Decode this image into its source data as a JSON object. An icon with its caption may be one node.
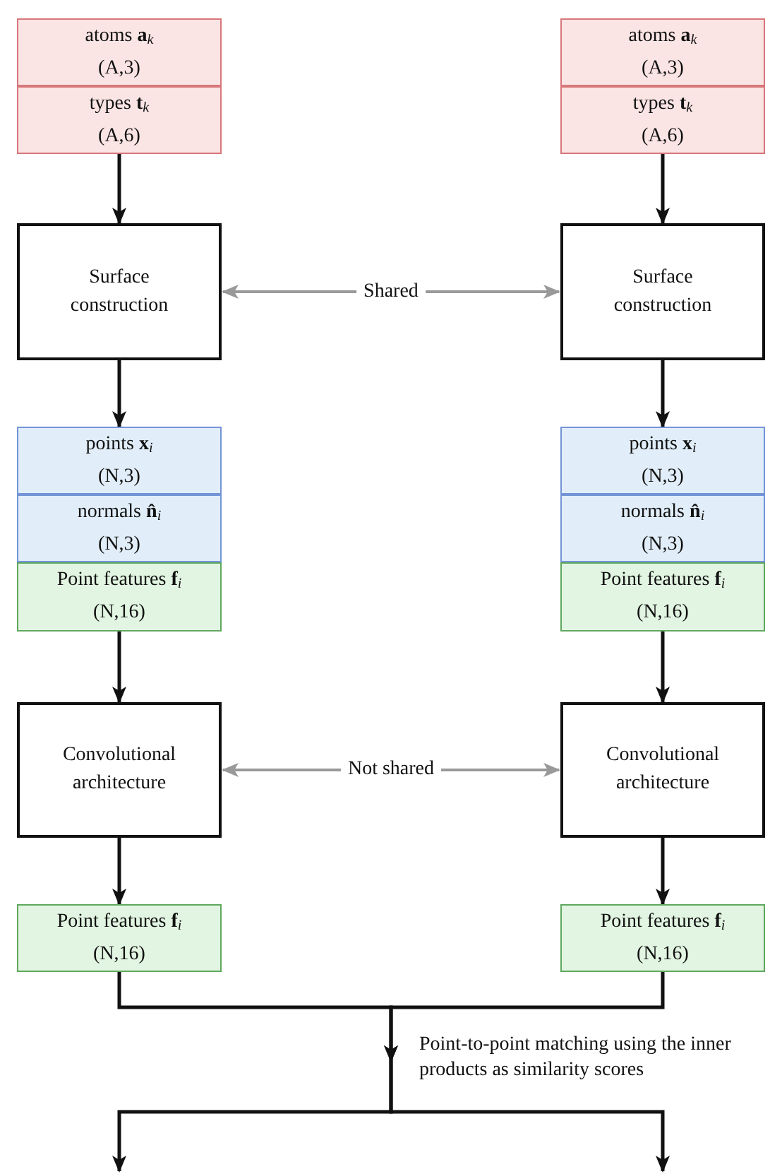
{
  "diagram": {
    "nodes": [
      {
        "text": [
          "atoms **a**$_{k}$",
          "(A,3)"
        ]
      },
      {
        "text": [
          "types **t**$_{k}$",
          "(A,6)"
        ]
      },
      {
        "text": [
          "Surface construction"
        ]
      },
      {
        "text": [
          "points **x**$_{i}$",
          "(N,3)"
        ]
      },
      {
        "text": [
          "normals **n̂**$_{i}$",
          "(N,3)"
        ]
      },
      {
        "text": [
          "Point features **f**$_{i}$",
          "(N,16)"
        ]
      },
      {
        "text": [
          "Convolutional architecture"
        ]
      },
      {
        "text": [
          "Point features **f**$_{i}$",
          "(N,16)"
        ]
      },
      {
        "text": [
          "atoms **a**$_{k}$",
          "(A,3)"
        ]
      },
      {
        "text": [
          "types **t**$_{k}$",
          "(A,6)"
        ]
      },
      {
        "text": [
          "Surface construction"
        ]
      },
      {
        "text": [
          "points **x**$_{i}$",
          "(N,3)"
        ]
      },
      {
        "text": [
          "normals **n̂**$_{i}$",
          "(N,3)"
        ]
      },
      {
        "text": [
          "Point features **f**$_{i}$",
          "(N,16)"
        ]
      },
      {
        "text": [
          "Convolutional architecture"
        ]
      },
      {
        "text": [
          "Point features **f**$_{i}$",
          "(N,16)"
        ]
      }
    ],
    "edges": [
      {
        "from": 1,
        "to": 2,
        "arrow": "to"
      },
      {
        "from": 2,
        "to": 3,
        "arrow": "to"
      },
      {
        "from": 5,
        "to": 6,
        "arrow": "to"
      },
      {
        "from": 6,
        "to": 7,
        "arrow": "to"
      },
      {
        "from": 9,
        "to": 10,
        "arrow": "to"
      },
      {
        "from": 10,
        "to": 11,
        "arrow": "to"
      },
      {
        "from": 13,
        "to": 14,
        "arrow": "to"
      },
      {
        "from": 14,
        "to": 15,
        "arrow": "to"
      },
      {
        "from": 2,
        "to": 10,
        "arrow": "both",
        "label": "Shared",
        "color": "#999999"
      },
      {
        "from": 6,
        "to": 14,
        "arrow": "both",
        "label": "Not shared",
        "color": "#999999"
      },
      {
        "from": 7,
        "to": null,
        "arrow": "to",
        "label": "Point-to-point matching using the inner products as similarity scores"
      },
      {
        "from": 15,
        "to": null,
        "arrow": "to"
      }
    ]
  }
}
